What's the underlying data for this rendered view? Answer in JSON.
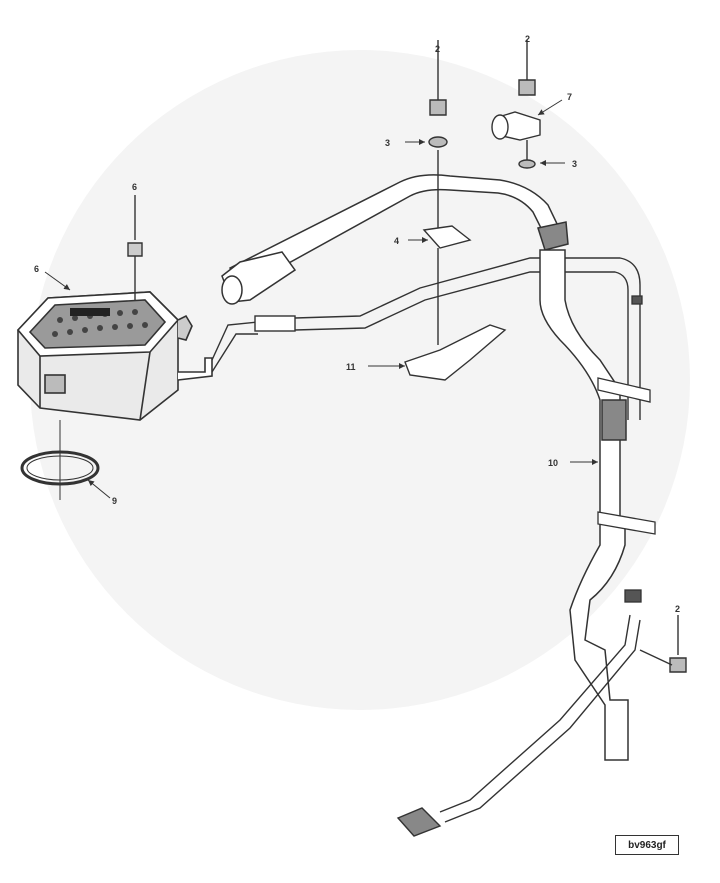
{
  "diagram": {
    "callouts": [
      "6",
      "2",
      "3",
      "2",
      "7",
      "3",
      "6",
      "4",
      "11",
      "9",
      "10",
      "2"
    ],
    "reference_code": "bv963gf"
  },
  "colors": {
    "line": "#333333",
    "fill": "#ffffff",
    "shade": "#bdbdbd",
    "dark": "#555555"
  }
}
